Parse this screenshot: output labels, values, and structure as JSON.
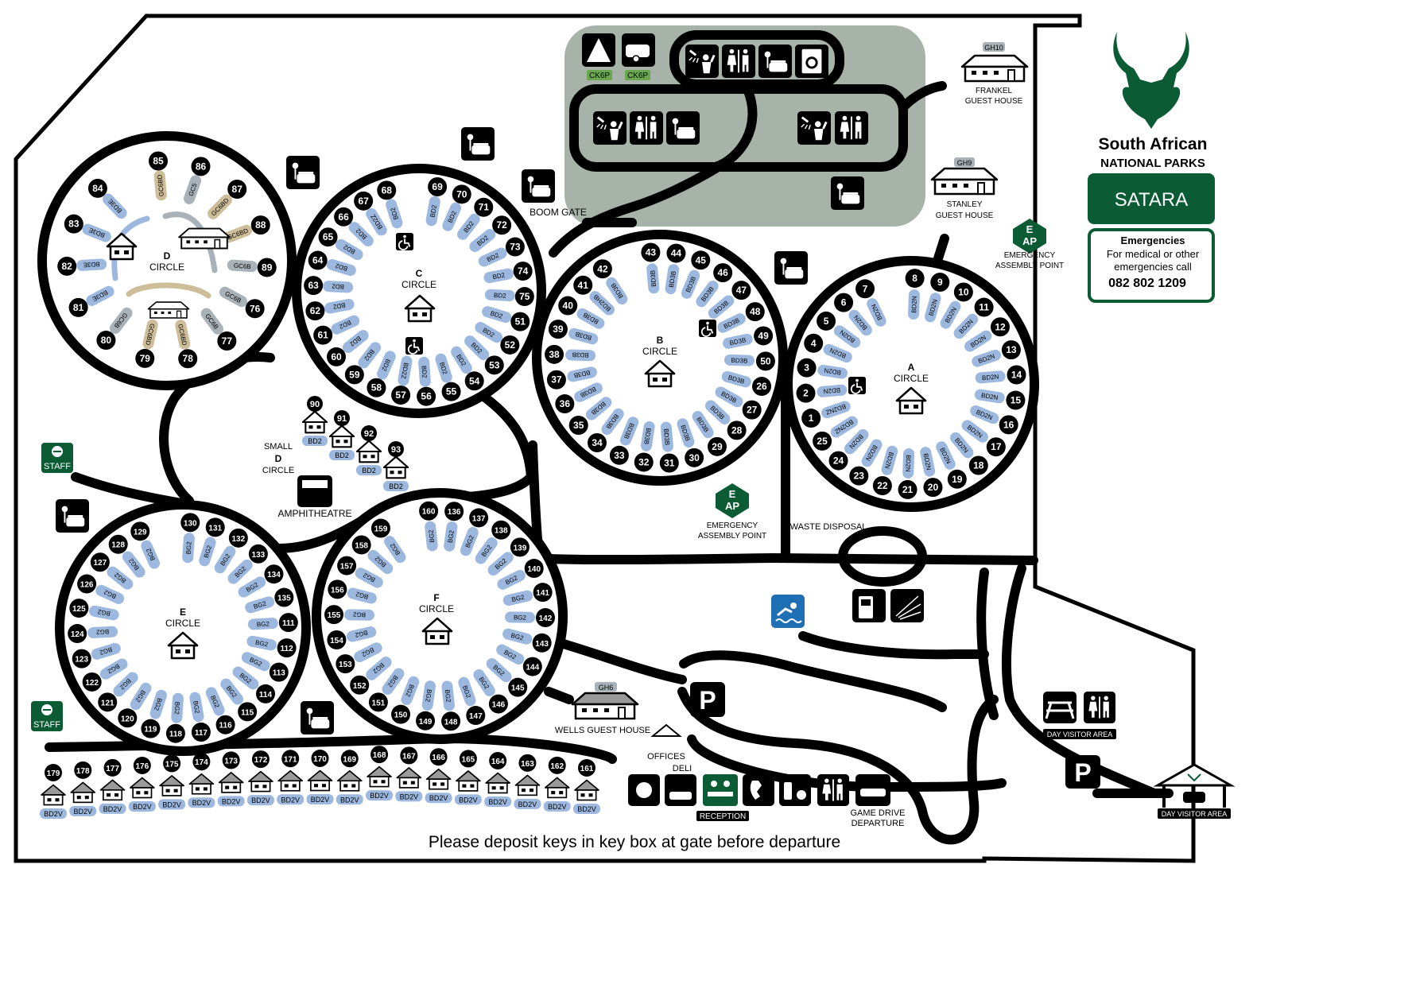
{
  "brand": {
    "line1": "South African",
    "line2": "NATIONAL PARKS",
    "camp": "SATARA",
    "green": "#0b5b35",
    "emergency_title": "Emergencies",
    "emergency_line1": "For medical or other",
    "emergency_line2": "emergencies call",
    "emergency_phone": "082 802 1209"
  },
  "colors": {
    "site_pill": "#9db8de",
    "green_area": "#a7b2a8",
    "grey_pill": "#a8b2b8",
    "tan_pill": "#cdbd98",
    "staff": "#0b5b35",
    "swim": "#1f6fb5"
  },
  "circles": [
    {
      "letter": "D",
      "name": "CIRCLE"
    },
    {
      "letter": "C",
      "name": "CIRCLE"
    },
    {
      "letter": "B",
      "name": "CIRCLE"
    },
    {
      "letter": "A",
      "name": "CIRCLE"
    },
    {
      "letter": "E",
      "name": "CIRCLE"
    },
    {
      "letter": "F",
      "name": "CIRCLE"
    }
  ],
  "small_d": {
    "line1": "SMALL",
    "letter": "D",
    "line2": "CIRCLE"
  },
  "circle_sites": {
    "D": {
      "numbers": [
        "85",
        "86",
        "87",
        "88",
        "89",
        "76",
        "77",
        "78",
        "79",
        "80",
        "81",
        "82",
        "83",
        "84"
      ],
      "pills": [
        "GC6BD",
        "GC5",
        "GC6BD",
        "GC6BD",
        "GC6B",
        "GC6B",
        "GC6B",
        "GC6BD",
        "GC6BD",
        "GC6B",
        "BD3E",
        "BD3E",
        "BD3E",
        "BD3E"
      ]
    },
    "C": {
      "numbers": [
        "69",
        "70",
        "71",
        "72",
        "73",
        "74",
        "75",
        "51",
        "52",
        "53",
        "54",
        "55",
        "56",
        "57",
        "58",
        "59",
        "60",
        "61",
        "62",
        "63",
        "64",
        "65",
        "66",
        "67",
        "68"
      ],
      "pills": [
        "BD2",
        "BD2",
        "BD2",
        "BD2",
        "BD2",
        "BD2",
        "BD2",
        "BD2",
        "BD2",
        "BD2",
        "BD2",
        "BD2",
        "BD2",
        "BD2Z",
        "BD2",
        "BD2",
        "BD2",
        "BD2",
        "BD2",
        "BD2",
        "BD2",
        "BD2",
        "BD2",
        "BD2Z",
        "BD2"
      ]
    },
    "B": {
      "numbers": [
        "43",
        "44",
        "45",
        "46",
        "47",
        "48",
        "49",
        "50",
        "26",
        "27",
        "28",
        "29",
        "30",
        "31",
        "32",
        "33",
        "34",
        "35",
        "36",
        "37",
        "38",
        "39",
        "40",
        "41",
        "42"
      ],
      "pills": [
        "BD3B",
        "BD3B",
        "BD3B",
        "BD3B",
        "BD3B",
        "BD3B",
        "BD3B",
        "BD3B",
        "BD3B",
        "BD3B",
        "BD3B",
        "BD3B",
        "BD3B",
        "BD3B",
        "BD3B",
        "BD3B",
        "BD3B",
        "BD3B",
        "BD3B",
        "BD3B",
        "BD3B",
        "BD3B",
        "BD3B",
        "BD2HB",
        "BD3B"
      ]
    },
    "A": {
      "numbers": [
        "8",
        "9",
        "10",
        "11",
        "12",
        "13",
        "14",
        "15",
        "16",
        "17",
        "18",
        "19",
        "20",
        "21",
        "22",
        "23",
        "24",
        "25",
        "1",
        "2",
        "3",
        "4",
        "5",
        "6",
        "7"
      ],
      "pills": [
        "BD2N",
        "BD2N",
        "BD2N",
        "BD2N",
        "BD2N",
        "BD2N",
        "BD2N",
        "BD2N",
        "BD2N",
        "BD2N",
        "BD2N",
        "BD2N",
        "BD2N",
        "BD2N",
        "BD2N",
        "BD2N",
        "BD2N",
        "BD2NZ",
        "BD2NZ",
        "BD2N",
        "BD2N",
        "BD2N",
        "BD2N",
        "BD2N",
        "BD2N"
      ]
    },
    "E": {
      "numbers": [
        "130",
        "131",
        "132",
        "133",
        "134",
        "135",
        "111",
        "112",
        "113",
        "114",
        "115",
        "116",
        "117",
        "118",
        "119",
        "120",
        "121",
        "122",
        "123",
        "124",
        "125",
        "126",
        "127",
        "128",
        "129"
      ],
      "pills": [
        "BG2",
        "BG2",
        "BG2",
        "BG2",
        "BG2",
        "BG2",
        "BG2",
        "BG2",
        "BG2",
        "BG2",
        "BG2",
        "BG2",
        "BG2",
        "BG2",
        "BG2",
        "BG2",
        "BG2",
        "BG2",
        "BG2",
        "BG2",
        "BG2",
        "BG2",
        "BG2",
        "BG2",
        "BG2"
      ]
    },
    "F": {
      "numbers": [
        "160",
        "136",
        "137",
        "138",
        "139",
        "140",
        "141",
        "142",
        "143",
        "144",
        "145",
        "146",
        "147",
        "148",
        "149",
        "150",
        "151",
        "152",
        "153",
        "154",
        "155",
        "156",
        "157",
        "158",
        "159"
      ],
      "pills": [
        "BG2",
        "BG2",
        "BG2",
        "BG2",
        "BG2",
        "BG2",
        "BG2",
        "BG2",
        "BG2",
        "BG2",
        "BG2",
        "BG2",
        "BG2",
        "BG2",
        "BG2",
        "BG2",
        "BG2",
        "BG2",
        "BG2",
        "BG2",
        "BG2",
        "BG2",
        "BG2",
        "BG2",
        "BG2"
      ]
    }
  },
  "small_d_huts": [
    {
      "number": "90",
      "label": "BD2"
    },
    {
      "number": "91",
      "label": "BD2"
    },
    {
      "number": "92",
      "label": "BD2"
    },
    {
      "number": "93",
      "label": "BD2"
    }
  ],
  "bottom_row": [
    {
      "number": "179",
      "label": "BD2V"
    },
    {
      "number": "178",
      "label": "BD2V"
    },
    {
      "number": "177",
      "label": "BD2V"
    },
    {
      "number": "176",
      "label": "BD2V"
    },
    {
      "number": "175",
      "label": "BD2V"
    },
    {
      "number": "174",
      "label": "BD2V"
    },
    {
      "number": "173",
      "label": "BD2V"
    },
    {
      "number": "172",
      "label": "BD2V"
    },
    {
      "number": "171",
      "label": "BD2V"
    },
    {
      "number": "170",
      "label": "BD2V"
    },
    {
      "number": "169",
      "label": "BD2V"
    },
    {
      "number": "168",
      "label": "BD2V"
    },
    {
      "number": "167",
      "label": "BD2V"
    },
    {
      "number": "166",
      "label": "BD2V"
    },
    {
      "number": "165",
      "label": "BD2V"
    },
    {
      "number": "164",
      "label": "BD2V"
    },
    {
      "number": "163",
      "label": "BD2V"
    },
    {
      "number": "162",
      "label": "BD2V"
    },
    {
      "number": "161",
      "label": "BD2V"
    }
  ],
  "guest_houses": {
    "frankel": {
      "tag": "GH10",
      "line1": "FRANKEL",
      "line2": "GUEST HOUSE"
    },
    "stanley": {
      "tag": "GH9",
      "line1": "STANLEY",
      "line2": "GUEST HOUSE"
    },
    "wells": {
      "tag": "GH6",
      "label": "WELLS GUEST HOUSE"
    }
  },
  "camp_tags": {
    "tent": "CK6P",
    "caravan": "CK6P"
  },
  "labels": {
    "boom_gate": "BOOM GATE",
    "eap1_line1": "EMERGENCY",
    "eap1_line2": "ASSEMBLY POINT",
    "eap2_line1": "EMERGENCY",
    "eap2_line2": "ASSEMBLY POINT",
    "eap_top": "E",
    "eap_bottom": "AP",
    "waste": "WASTE DISPOSAL",
    "amphitheatre": "AMPHITHEATRE",
    "staff": "STAFF",
    "offices": "OFFICES",
    "deli": "DELI",
    "reception": "RECEPTION",
    "game_drive_1": "GAME DRIVE",
    "game_drive_2": "DEPARTURE",
    "day_visitor_1": "DAY VISITOR AREA",
    "day_visitor_2": "DAY VISITOR AREA",
    "parking": "P",
    "footer": "Please deposit keys in key box at gate before departure"
  },
  "icons": [
    "tent-icon",
    "caravan-icon",
    "shower-icon",
    "toilet-icon",
    "kitchen-icon",
    "laundry-icon",
    "wheelchair-icon",
    "fuel-icon",
    "swimming-icon",
    "picnic-icon",
    "restaurant-icon",
    "deli-icon",
    "phone-icon",
    "shop-icon",
    "car-icon",
    "kudu-icon",
    "parking-icon"
  ]
}
